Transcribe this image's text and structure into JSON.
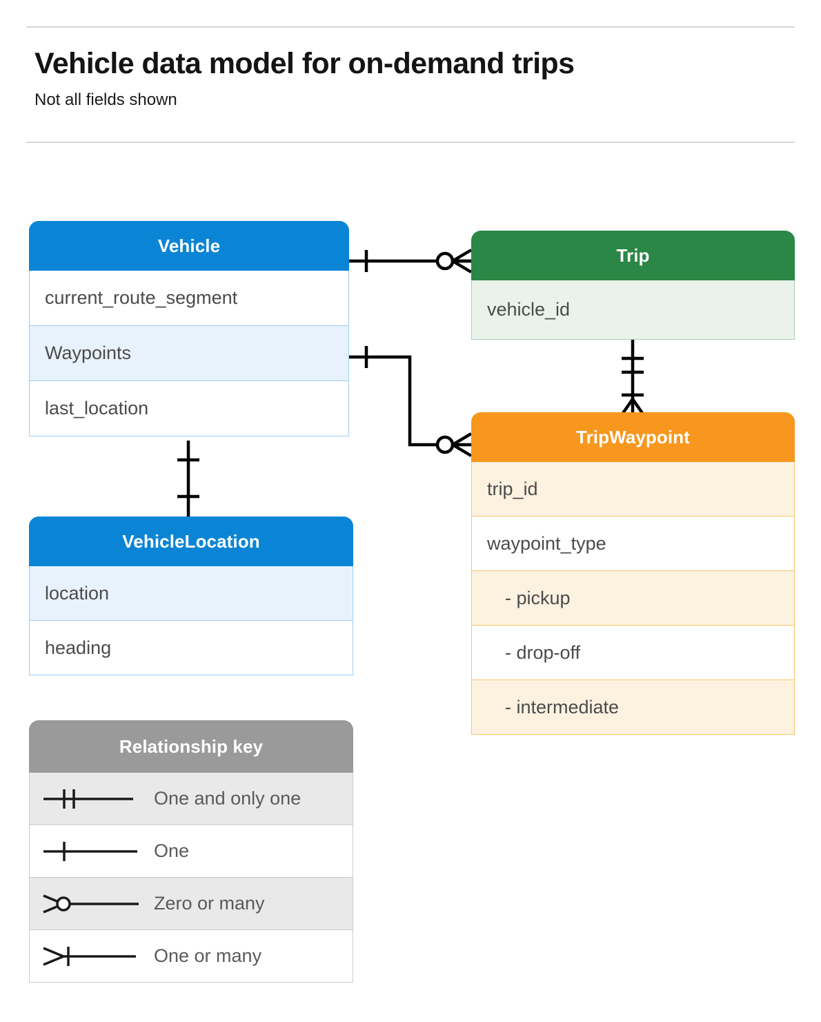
{
  "header": {
    "title": "Vehicle data model for on-demand trips",
    "subtitle": "Not all fields shown"
  },
  "colors": {
    "vehicle": "#0a85d6",
    "trip": "#2a8745",
    "tripwaypoint": "#f7971d",
    "legend": "#9a9a9a",
    "connector": "#000000",
    "rule": "#d8d8d8"
  },
  "entities": [
    {
      "id": "vehicle",
      "name": "Vehicle",
      "fields": [
        {
          "label": "current_route_segment",
          "shaded": false
        },
        {
          "label": "Waypoints",
          "shaded": true
        },
        {
          "label": "last_location",
          "shaded": false
        }
      ]
    },
    {
      "id": "trip",
      "name": "Trip",
      "fields": [
        {
          "label": "vehicle_id",
          "shaded": true
        }
      ]
    },
    {
      "id": "tripwaypoint",
      "name": "TripWaypoint",
      "fields": [
        {
          "label": "trip_id",
          "shaded": true
        },
        {
          "label": "waypoint_type",
          "shaded": false
        },
        {
          "label": "- pickup",
          "shaded": true
        },
        {
          "label": "- drop-off",
          "shaded": false
        },
        {
          "label": "- intermediate",
          "shaded": true
        }
      ]
    },
    {
      "id": "vehiclelocation",
      "name": "VehicleLocation",
      "fields": [
        {
          "label": "location",
          "shaded": true
        },
        {
          "label": "heading",
          "shaded": false
        }
      ]
    }
  ],
  "legend": {
    "title": "Relationship key",
    "rows": [
      {
        "symbol": "one-and-only-one",
        "label": "One and only one",
        "shaded": true
      },
      {
        "symbol": "one",
        "label": "One",
        "shaded": false
      },
      {
        "symbol": "zero-or-many",
        "label": "Zero or many",
        "shaded": true
      },
      {
        "symbol": "one-or-many",
        "label": "One or many",
        "shaded": false
      }
    ]
  },
  "relationships": [
    {
      "id": "vehicle-trip",
      "from": "Vehicle",
      "to": "Trip",
      "from_cardinality": "One",
      "to_cardinality": "Zero or many"
    },
    {
      "id": "vehicle-waypoints-tripwaypoint",
      "from": "Vehicle.Waypoints",
      "to": "TripWaypoint",
      "from_cardinality": "One",
      "to_cardinality": "Zero or many"
    },
    {
      "id": "trip-tripwaypoint",
      "from": "Trip",
      "to": "TripWaypoint",
      "from_cardinality": "One and only one",
      "to_cardinality": "One or many"
    },
    {
      "id": "vehicle-vehiclelocation",
      "from": "Vehicle",
      "to": "VehicleLocation",
      "from_cardinality": "One",
      "to_cardinality": "One"
    }
  ]
}
